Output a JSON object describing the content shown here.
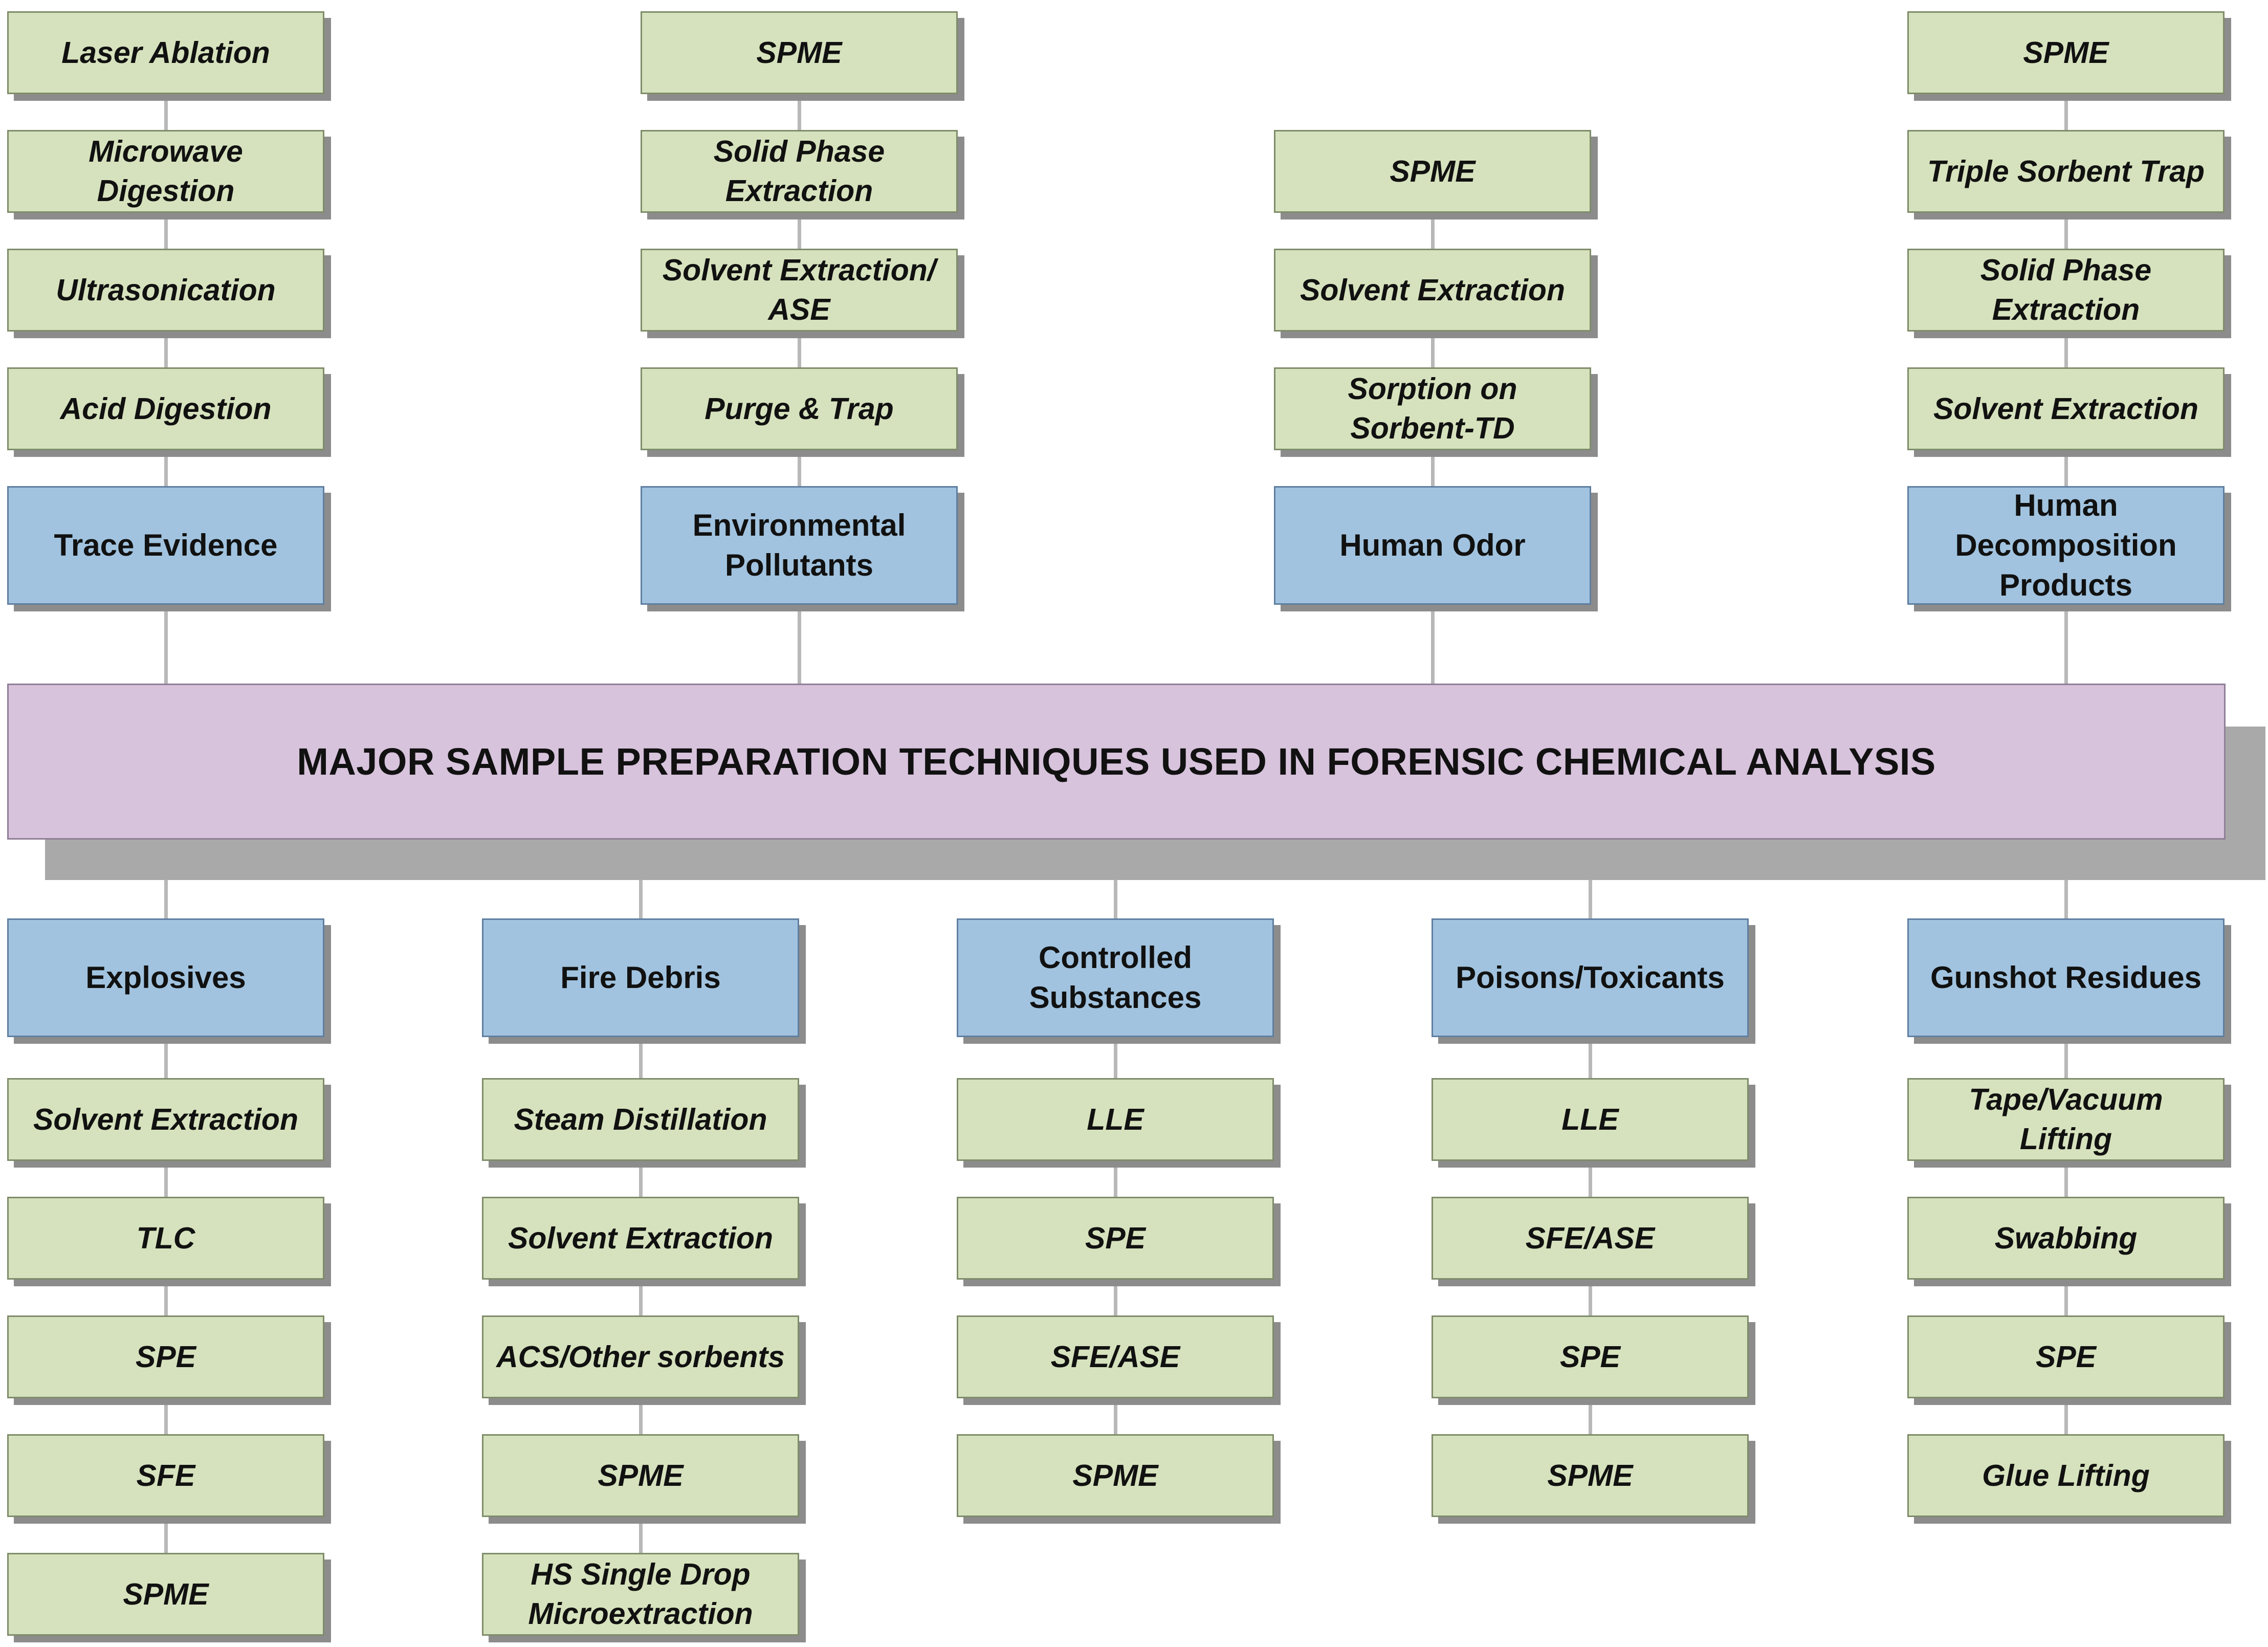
{
  "title": "MAJOR SAMPLE PREPARATION TECHNIQUES USED IN FORENSIC CHEMICAL ANALYSIS",
  "top_columns": [
    {
      "category": "Trace Evidence",
      "techniques": [
        "Laser Ablation",
        "Microwave\nDigestion",
        "Ultrasonication",
        "Acid Digestion"
      ]
    },
    {
      "category": "Environmental\nPollutants",
      "techniques": [
        "SPME",
        "Solid Phase\nExtraction",
        "Solvent Extraction/\nASE",
        "Purge & Trap"
      ]
    },
    {
      "category": "Human Odor",
      "techniques": [
        "SPME",
        "Solvent Extraction",
        "Sorption on\nSorbent-TD"
      ]
    },
    {
      "category": "Human\nDecomposition\nProducts",
      "techniques": [
        "SPME",
        "Triple Sorbent Trap",
        "Solid Phase\nExtraction",
        "Solvent Extraction"
      ]
    }
  ],
  "bottom_columns": [
    {
      "category": "Explosives",
      "techniques": [
        "Solvent Extraction",
        "TLC",
        "SPE",
        "SFE",
        "SPME"
      ]
    },
    {
      "category": "Fire Debris",
      "techniques": [
        "Steam Distillation",
        "Solvent Extraction",
        "ACS/Other sorbents",
        "SPME",
        "HS Single Drop\nMicroextraction"
      ]
    },
    {
      "category": "Controlled\nSubstances",
      "techniques": [
        "LLE",
        "SPE",
        "SFE/ASE",
        "SPME"
      ]
    },
    {
      "category": "Poisons/Toxicants",
      "techniques": [
        "LLE",
        "SFE/ASE",
        "SPE",
        "SPME"
      ]
    },
    {
      "category": "Gunshot Residues",
      "techniques": [
        "Tape/Vacuum\nLifting",
        "Swabbing",
        "SPE",
        "Glue Lifting"
      ]
    }
  ]
}
